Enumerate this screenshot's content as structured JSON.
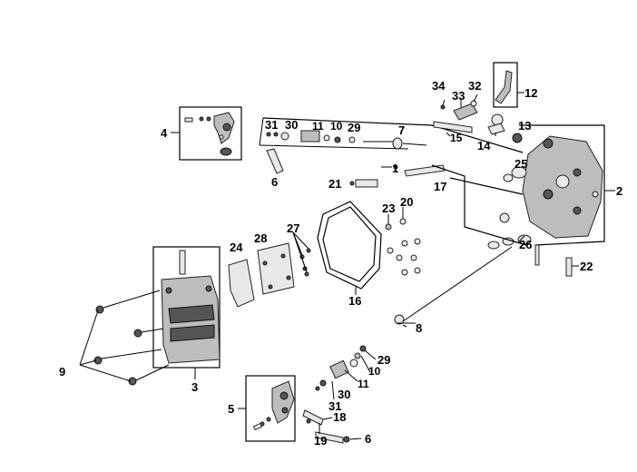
{
  "callouts": {
    "c1": "1",
    "c2": "2",
    "c3": "3",
    "c4": "4",
    "c5": "5",
    "c6a": "6",
    "c6b": "6",
    "c7": "7",
    "c8": "8",
    "c9": "9",
    "c10a": "10",
    "c10b": "10",
    "c11a": "11",
    "c11b": "11",
    "c12": "12",
    "c13": "13",
    "c14": "14",
    "c15": "15",
    "c16": "16",
    "c17": "17",
    "c18": "18",
    "c19": "19",
    "c20": "20",
    "c21": "21",
    "c22": "22",
    "c23": "23",
    "c24": "24",
    "c25": "25",
    "c26": "26",
    "c27": "27",
    "c28": "28",
    "c29a": "29",
    "c29b": "29",
    "c30a": "30",
    "c30b": "30",
    "c31a": "31",
    "c31b": "31",
    "c32": "32",
    "c33": "33",
    "c34": "34"
  }
}
